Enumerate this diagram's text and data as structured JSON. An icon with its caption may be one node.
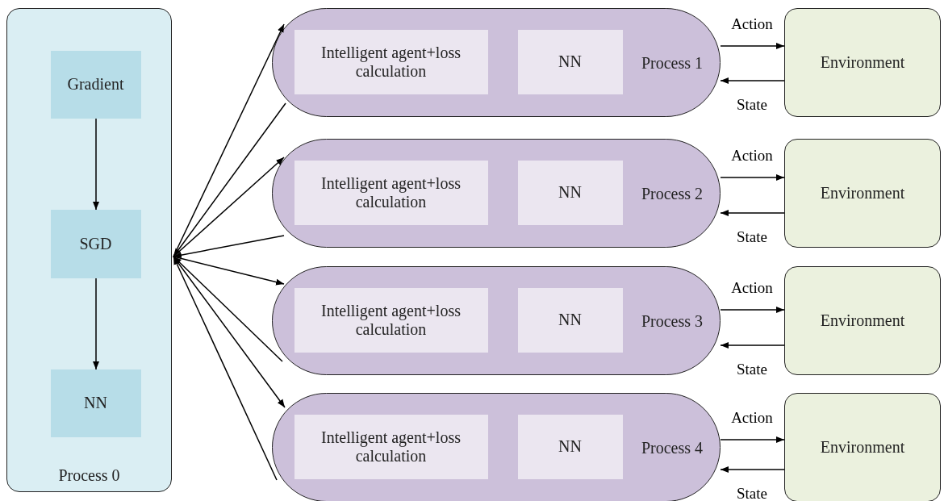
{
  "diagram": {
    "nodes": [
      {
        "text": [
          "Process 0"
        ]
      },
      {
        "text": [
          "Gradient"
        ],
        "in": 0
      },
      {
        "text": [
          "SGD"
        ],
        "in": 0
      },
      {
        "text": [
          "NN"
        ],
        "in": 0
      },
      {
        "text": [
          "Process 1"
        ]
      },
      {
        "text": [
          "Intelligent agent+loss calculation"
        ],
        "in": 4
      },
      {
        "text": [
          "NN"
        ],
        "in": 4
      },
      {
        "text": [
          "Environment"
        ]
      },
      {
        "text": [
          "Process 2"
        ]
      },
      {
        "text": [
          "Intelligent agent+loss calculation"
        ],
        "in": 8
      },
      {
        "text": [
          "NN"
        ],
        "in": 8
      },
      {
        "text": [
          "Environment"
        ]
      },
      {
        "text": [
          "Process 3"
        ]
      },
      {
        "text": [
          "Intelligent agent+loss calculation"
        ],
        "in": 12
      },
      {
        "text": [
          "NN"
        ],
        "in": 12
      },
      {
        "text": [
          "Environment"
        ]
      },
      {
        "text": [
          "Process 4"
        ]
      },
      {
        "text": [
          "Intelligent agent+loss calculation"
        ],
        "in": 16
      },
      {
        "text": [
          "NN"
        ],
        "in": 16
      },
      {
        "text": [
          "Environment"
        ]
      }
    ],
    "edges": [
      {
        "from": 1,
        "to": 2,
        "arrow": "to"
      },
      {
        "from": 2,
        "to": 3,
        "arrow": "to"
      },
      {
        "from": 0,
        "to": 4,
        "arrow": "to"
      },
      {
        "from": 4,
        "to": 0,
        "arrow": "to"
      },
      {
        "from": 4,
        "to": 7,
        "label": "Action",
        "arrow": "to"
      },
      {
        "from": 7,
        "to": 4,
        "label": "State",
        "arrow": "to"
      },
      {
        "from": 0,
        "to": 8,
        "arrow": "to"
      },
      {
        "from": 8,
        "to": 0,
        "arrow": "to"
      },
      {
        "from": 8,
        "to": 11,
        "label": "Action",
        "arrow": "to"
      },
      {
        "from": 11,
        "to": 8,
        "label": "State",
        "arrow": "to"
      },
      {
        "from": 0,
        "to": 12,
        "arrow": "to"
      },
      {
        "from": 12,
        "to": 0,
        "arrow": "to"
      },
      {
        "from": 12,
        "to": 15,
        "label": "Action",
        "arrow": "to"
      },
      {
        "from": 15,
        "to": 12,
        "label": "State",
        "arrow": "to"
      },
      {
        "from": 0,
        "to": 16,
        "arrow": "to"
      },
      {
        "from": 16,
        "to": 0,
        "arrow": "to"
      },
      {
        "from": 16,
        "to": 19,
        "label": "Action",
        "arrow": "to"
      },
      {
        "from": 19,
        "to": 16,
        "label": "State",
        "arrow": "to"
      }
    ]
  }
}
